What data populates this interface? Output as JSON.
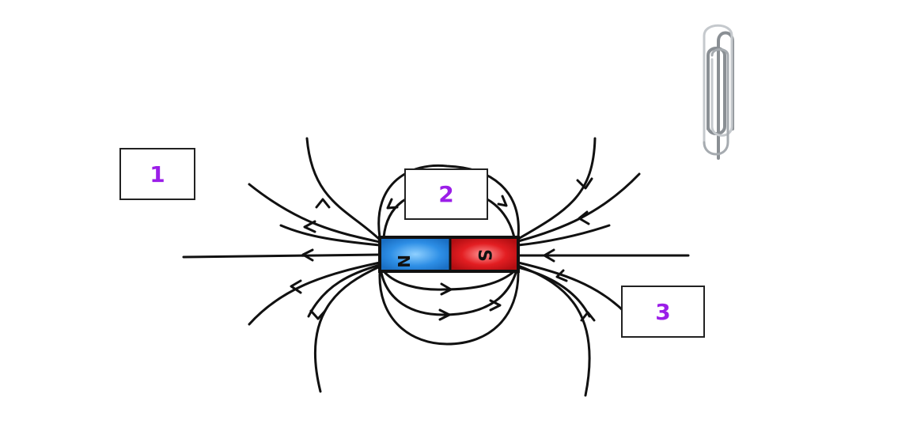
{
  "diagram": {
    "labels": [
      {
        "id": "1",
        "text": "1"
      },
      {
        "id": "2",
        "text": "2"
      },
      {
        "id": "3",
        "text": "3"
      }
    ],
    "magnet": {
      "north_glyph": "N",
      "south_glyph": "S"
    }
  },
  "colors": {
    "label_text": "#9b1ee8",
    "north_pole": "#1e90ff",
    "south_pole": "#e0161b",
    "field_line": "#111111",
    "paperclip": "#9aa0a6"
  },
  "icons": {
    "paperclip": "paperclip-icon",
    "field_arrow": "arrowhead-icon"
  }
}
